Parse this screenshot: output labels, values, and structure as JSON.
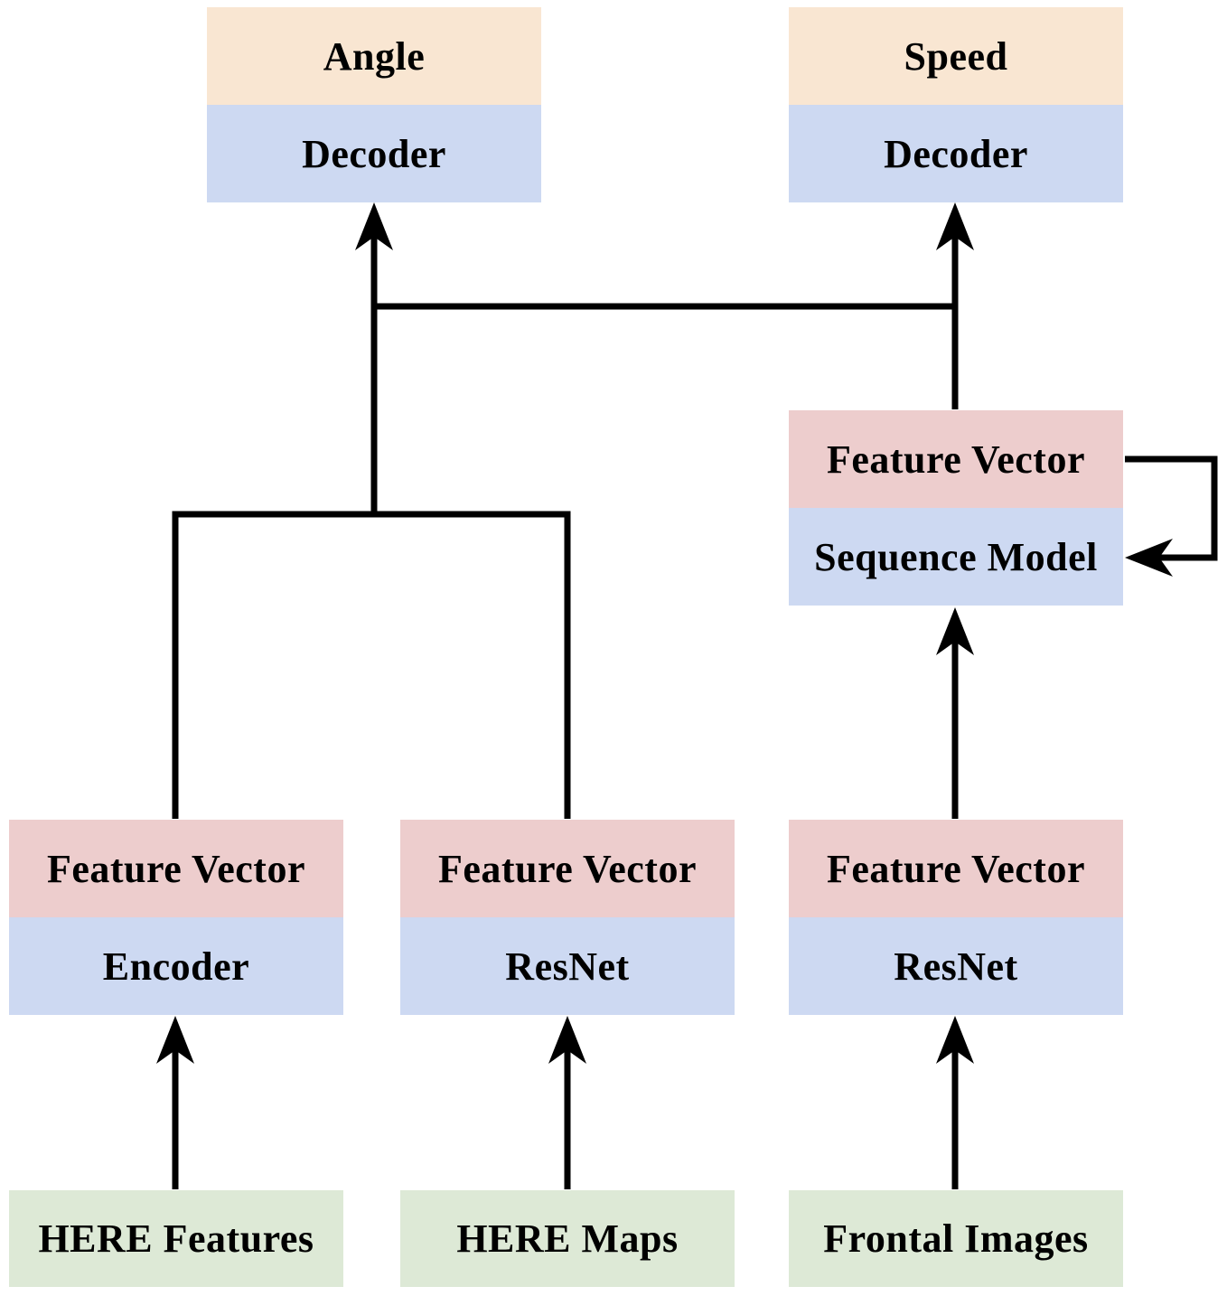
{
  "colors": {
    "output": "#f9e6d2",
    "module": "#cdd9f2",
    "feature": "#edcdcd",
    "input": "#dde9d6",
    "wire": "#000000"
  },
  "outputs": {
    "angle": {
      "label": "Angle",
      "decoder": "Decoder"
    },
    "speed": {
      "label": "Speed",
      "decoder": "Decoder"
    }
  },
  "sequence": {
    "feature": "Feature Vector",
    "model": "Sequence Model"
  },
  "branches": [
    {
      "feature": "Feature Vector",
      "module": "Encoder",
      "input": "HERE Features"
    },
    {
      "feature": "Feature Vector",
      "module": "ResNet",
      "input": "HERE Maps"
    },
    {
      "feature": "Feature Vector",
      "module": "ResNet",
      "input": "Frontal Images"
    }
  ]
}
